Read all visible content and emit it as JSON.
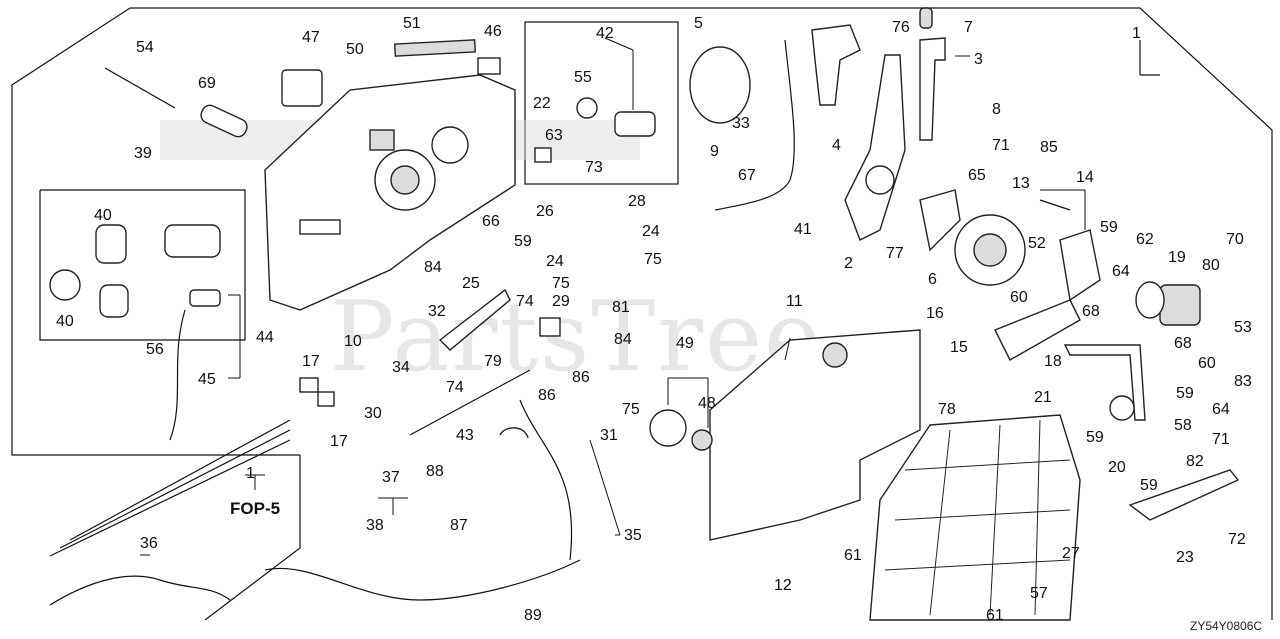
{
  "watermark": "PartsTree",
  "diagram_code": "ZY54Y0806C",
  "ref_label": "FOP-5",
  "ref_number": "1",
  "callouts": [
    {
      "id": "c54",
      "text": "54"
    },
    {
      "id": "c69",
      "text": "69"
    },
    {
      "id": "c47",
      "text": "47"
    },
    {
      "id": "c50",
      "text": "50"
    },
    {
      "id": "c51",
      "text": "51"
    },
    {
      "id": "c46",
      "text": "46"
    },
    {
      "id": "c42",
      "text": "42"
    },
    {
      "id": "c55",
      "text": "55"
    },
    {
      "id": "c22",
      "text": "22"
    },
    {
      "id": "c63",
      "text": "63"
    },
    {
      "id": "c73",
      "text": "73"
    },
    {
      "id": "c5",
      "text": "5"
    },
    {
      "id": "c33",
      "text": "33"
    },
    {
      "id": "c9",
      "text": "9"
    },
    {
      "id": "c67",
      "text": "67"
    },
    {
      "id": "c4",
      "text": "4"
    },
    {
      "id": "c76",
      "text": "76"
    },
    {
      "id": "c7",
      "text": "7"
    },
    {
      "id": "c3",
      "text": "3"
    },
    {
      "id": "c1",
      "text": "1"
    },
    {
      "id": "c8",
      "text": "8"
    },
    {
      "id": "c71a",
      "text": "71"
    },
    {
      "id": "c85",
      "text": "85"
    },
    {
      "id": "c65",
      "text": "65"
    },
    {
      "id": "c13",
      "text": "13"
    },
    {
      "id": "c14",
      "text": "14"
    },
    {
      "id": "c39",
      "text": "39"
    },
    {
      "id": "c40a",
      "text": "40"
    },
    {
      "id": "c40b",
      "text": "40"
    },
    {
      "id": "c66",
      "text": "66"
    },
    {
      "id": "c26",
      "text": "26"
    },
    {
      "id": "c28",
      "text": "28"
    },
    {
      "id": "c59a",
      "text": "59"
    },
    {
      "id": "c24a",
      "text": "24"
    },
    {
      "id": "c75a",
      "text": "75"
    },
    {
      "id": "c41",
      "text": "41"
    },
    {
      "id": "c2",
      "text": "2"
    },
    {
      "id": "c77",
      "text": "77"
    },
    {
      "id": "c6",
      "text": "6"
    },
    {
      "id": "c59b",
      "text": "59"
    },
    {
      "id": "c62",
      "text": "62"
    },
    {
      "id": "c70",
      "text": "70"
    },
    {
      "id": "c52",
      "text": "52"
    },
    {
      "id": "c84a",
      "text": "84"
    },
    {
      "id": "c25",
      "text": "25"
    },
    {
      "id": "c24b",
      "text": "24"
    },
    {
      "id": "c75b",
      "text": "75"
    },
    {
      "id": "c19",
      "text": "19"
    },
    {
      "id": "c80",
      "text": "80"
    },
    {
      "id": "c60a",
      "text": "60"
    },
    {
      "id": "c64a",
      "text": "64"
    },
    {
      "id": "c44",
      "text": "44"
    },
    {
      "id": "c56",
      "text": "56"
    },
    {
      "id": "c45",
      "text": "45"
    },
    {
      "id": "c10",
      "text": "10"
    },
    {
      "id": "c32",
      "text": "32"
    },
    {
      "id": "c74a",
      "text": "74"
    },
    {
      "id": "c29",
      "text": "29"
    },
    {
      "id": "c81",
      "text": "81"
    },
    {
      "id": "c11",
      "text": "11"
    },
    {
      "id": "c16",
      "text": "16"
    },
    {
      "id": "c68a",
      "text": "68"
    },
    {
      "id": "c53",
      "text": "53"
    },
    {
      "id": "c84b",
      "text": "84"
    },
    {
      "id": "c15",
      "text": "15"
    },
    {
      "id": "c68b",
      "text": "68"
    },
    {
      "id": "c34",
      "text": "34"
    },
    {
      "id": "c74b",
      "text": "74"
    },
    {
      "id": "c79",
      "text": "79"
    },
    {
      "id": "c86a",
      "text": "86"
    },
    {
      "id": "c86b",
      "text": "86"
    },
    {
      "id": "c49",
      "text": "49"
    },
    {
      "id": "c18",
      "text": "18"
    },
    {
      "id": "c60b",
      "text": "60"
    },
    {
      "id": "c83",
      "text": "83"
    },
    {
      "id": "c17a",
      "text": "17"
    },
    {
      "id": "c17b",
      "text": "17"
    },
    {
      "id": "c30",
      "text": "30"
    },
    {
      "id": "c75c",
      "text": "75"
    },
    {
      "id": "c48",
      "text": "48"
    },
    {
      "id": "c21",
      "text": "21"
    },
    {
      "id": "c59c",
      "text": "59"
    },
    {
      "id": "c78",
      "text": "78"
    },
    {
      "id": "c64b",
      "text": "64"
    },
    {
      "id": "c43",
      "text": "43"
    },
    {
      "id": "c31",
      "text": "31"
    },
    {
      "id": "c58",
      "text": "58"
    },
    {
      "id": "c59d",
      "text": "59"
    },
    {
      "id": "c71b",
      "text": "71"
    },
    {
      "id": "c20",
      "text": "20"
    },
    {
      "id": "c82",
      "text": "82"
    },
    {
      "id": "c37",
      "text": "37"
    },
    {
      "id": "c88",
      "text": "88"
    },
    {
      "id": "c59e",
      "text": "59"
    },
    {
      "id": "c87",
      "text": "87"
    },
    {
      "id": "c35",
      "text": "35"
    },
    {
      "id": "c38",
      "text": "38"
    },
    {
      "id": "c36",
      "text": "36"
    },
    {
      "id": "c61a",
      "text": "61"
    },
    {
      "id": "c27",
      "text": "27"
    },
    {
      "id": "c23",
      "text": "23"
    },
    {
      "id": "c72",
      "text": "72"
    },
    {
      "id": "c12",
      "text": "12"
    },
    {
      "id": "c57",
      "text": "57"
    },
    {
      "id": "c61b",
      "text": "61"
    },
    {
      "id": "c89",
      "text": "89"
    }
  ]
}
